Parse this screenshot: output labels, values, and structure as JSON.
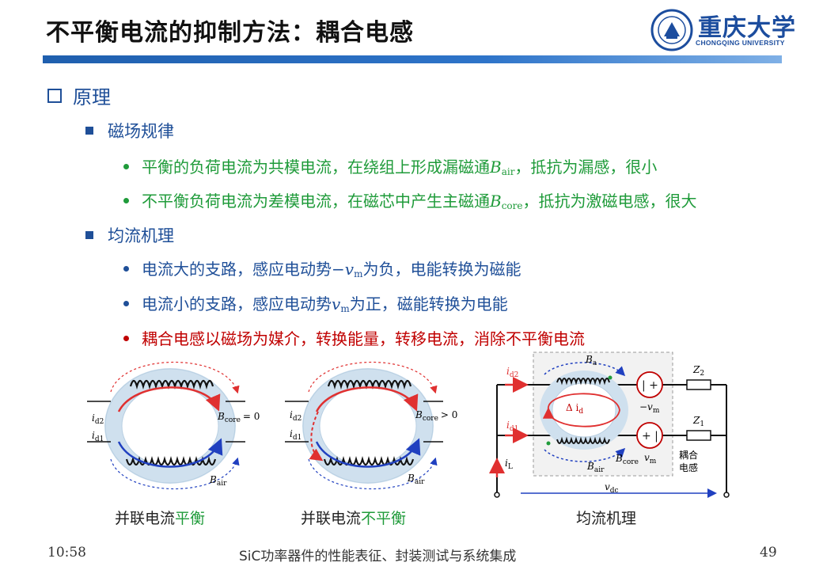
{
  "title": "不平衡电流的抑制方法：耦合电感",
  "logo": {
    "name_cn": "重庆大学",
    "name_en": "CHONGQING UNIVERSITY"
  },
  "section": "原理",
  "sub1": {
    "heading": "磁场规律",
    "bullets": [
      {
        "pre": "平衡的负荷电流为共模电流，在绕组上形成漏磁通",
        "sym": "B",
        "sub": "air",
        "post": "，抵抗为漏感，很小"
      },
      {
        "pre": "不平衡负荷电流为差模电流，在磁芯中产生主磁通",
        "sym": "B",
        "sub": "core",
        "post": "，抵抗为激磁电感，很大"
      }
    ]
  },
  "sub2": {
    "heading": "均流机理",
    "bullets": [
      {
        "pre": "电流大的支路，感应电动势",
        "sym": "−v",
        "sub": "m",
        "post": "为负，电能转换为磁能"
      },
      {
        "pre": "电流小的支路，感应电动势",
        "sym": "v",
        "sub": "m",
        "post": "为正，磁能转换为电能"
      },
      {
        "text": "耦合电感以磁场为媒介，转换能量，转移电流，消除不平衡电流"
      }
    ]
  },
  "figures": {
    "fig1": {
      "caption_pre": "并联电流",
      "caption_hl": "平衡",
      "b_core": "B",
      "b_core_sub": "core",
      "relation": "= 0",
      "b_air": "B",
      "b_air_sub": "air",
      "i2": "i",
      "i2_sub": "d2",
      "i1": "i",
      "i1_sub": "d1"
    },
    "fig2": {
      "caption_pre": "并联电流",
      "caption_hl": "不平衡",
      "b_core": "B",
      "b_core_sub": "core",
      "relation": "> 0",
      "b_air": "B",
      "b_air_sub": "air",
      "i2": "i",
      "i2_sub": "d2",
      "i1": "i",
      "i1_sub": "d1"
    },
    "fig3": {
      "caption": "均流机理",
      "id2": "i",
      "id2_sub": "d2",
      "id1": "i",
      "id1_sub": "d1",
      "il": "i",
      "il_sub": "L",
      "delta": "Δ i",
      "delta_sub": "d",
      "ba": "B",
      "ba_sub": "a",
      "bcore": "B",
      "bcore_sub": "core",
      "bair": "B",
      "bair_sub": "air",
      "vm_neg": "−v",
      "vm_neg_sub": "m",
      "vm": "v",
      "vm_sub": "m",
      "z2": "Z",
      "z2_sub": "2",
      "z1": "Z",
      "z1_sub": "1",
      "vdc": "v",
      "vdc_sub": "dc",
      "coupled": [
        "耦合",
        "电感"
      ]
    }
  },
  "footer": {
    "time": "10:58",
    "course": "SiC功率器件的性能表征、封装测试与系统集成",
    "page": "49"
  },
  "colors": {
    "accent": "#1f4f98",
    "green": "#1f9b3a",
    "red": "#c00000"
  }
}
